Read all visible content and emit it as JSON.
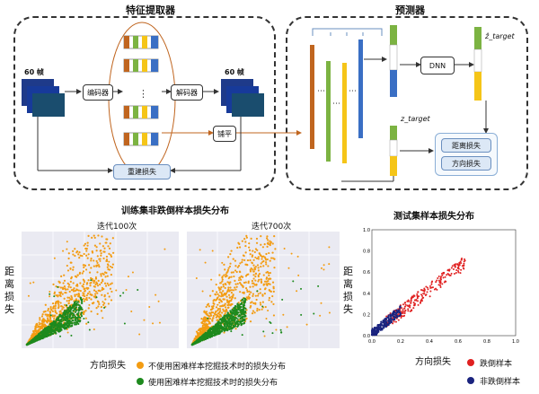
{
  "feature_extractor": {
    "title": "特征提取器",
    "frames_in": "60 帧",
    "frames_out": "60 帧",
    "encoder": "编码器",
    "decoder": "解码器",
    "flatten": "铺平",
    "reconstruction_loss": "重建损失",
    "dots": "⋮"
  },
  "predictor": {
    "title": "预测器",
    "dnn": "DNN",
    "z_hat_target": "ẑ_target",
    "z_target": "z_target",
    "distance_loss": "距离损失",
    "direction_loss": "方向损失"
  },
  "train_plots": {
    "title": "训练集非跌倒样本损失分布",
    "panel_left_title": "迭代100次",
    "panel_right_title": "迭代700次",
    "ylabel": "距离损失",
    "xlabel": "方向损失"
  },
  "test_plot": {
    "title": "测试集样本损失分布",
    "ylabel": "距离损失",
    "xlabel": "方向损失",
    "yticks": [
      "0.0",
      "0.2",
      "0.4",
      "0.6",
      "0.8",
      "1.0"
    ],
    "xticks": [
      "0.0",
      "0.2",
      "0.4",
      "0.6",
      "0.8",
      "1.0"
    ]
  },
  "legends": {
    "train": [
      {
        "label": "不使用困难样本挖掘技术时的损失分布",
        "color": "#f39c12"
      },
      {
        "label": "使用困难样本挖掘技术时的损失分布",
        "color": "#1e8a1e"
      }
    ],
    "test": [
      {
        "label": "跌倒样本",
        "color": "#e02020"
      },
      {
        "label": "非跌倒样本",
        "color": "#1a237e"
      }
    ]
  },
  "colors": {
    "orange": "#f39c12",
    "green": "#1e8a1e",
    "red": "#e02020",
    "navy": "#1a237e",
    "bar_orange": "#c0651f",
    "bar_green": "#7cb342",
    "bar_yellow": "#f5c518",
    "bar_blue": "#3a6fc4"
  }
}
